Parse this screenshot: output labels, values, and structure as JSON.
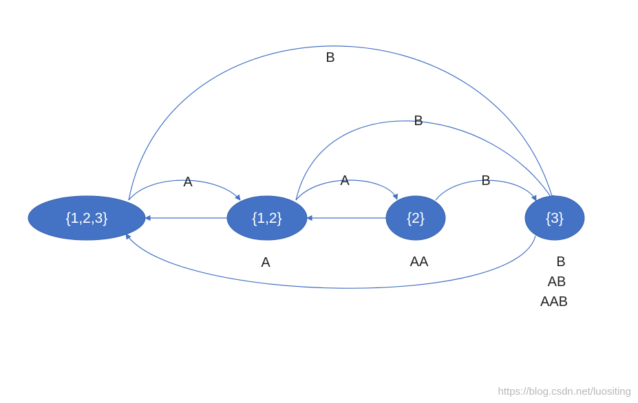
{
  "colors": {
    "node_fill": "#4472C4",
    "node_text": "#FFFFFF",
    "edge": "#4472C4",
    "label_text": "#222222",
    "watermark": "#B8B8B8"
  },
  "nodes": {
    "n123": "{1,2,3}",
    "n12": "{1,2}",
    "n2": "{2}",
    "n3": "{3}"
  },
  "edge_labels": {
    "n123_to_n3": "B",
    "n12_to_n3": "B",
    "n123_to_n12": "A",
    "n12_to_n2": "A",
    "n2_to_n3": "B"
  },
  "node_sublabels": {
    "n12": "A",
    "n2": "AA",
    "n3": [
      "B",
      "AB",
      "AAB"
    ]
  },
  "watermark": "https://blog.csdn.net/luositing"
}
